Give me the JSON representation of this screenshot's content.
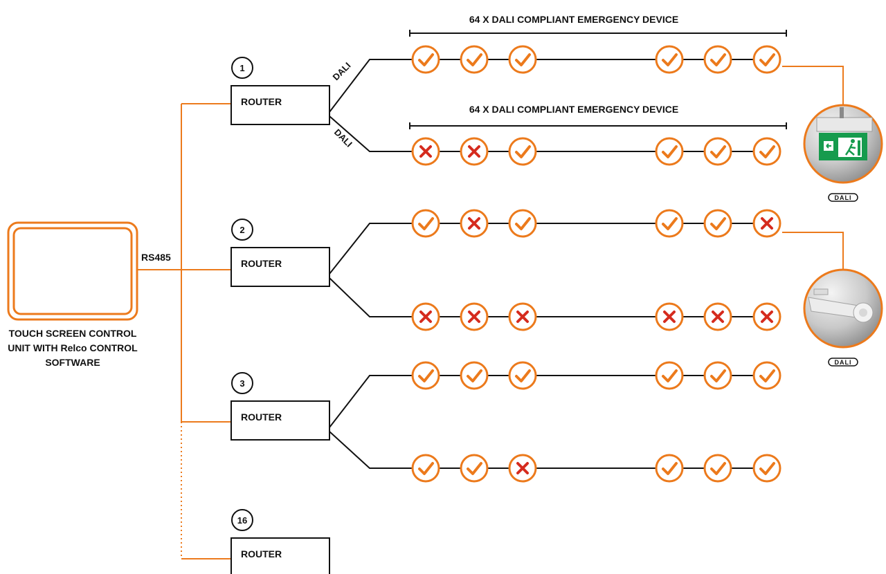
{
  "colors": {
    "accent": "#ec7a1c",
    "fail": "#d52b1e",
    "line": "#111111"
  },
  "control_unit": {
    "lines": [
      "TOUCH SCREEN CONTROL",
      "UNIT WITH Relco CONTROL",
      "SOFTWARE"
    ],
    "bus_label": "RS485"
  },
  "bus_labels": {
    "range_label": "64 X DALI COMPLIANT EMERGENCY DEVICE",
    "dali_label": "DALI"
  },
  "routers": [
    {
      "number": "1",
      "label": "ROUTER",
      "lines": [
        {
          "devices": [
            "ok",
            "ok",
            "ok",
            "ok",
            "ok",
            "ok"
          ]
        },
        {
          "devices": [
            "fail",
            "fail",
            "ok",
            "ok",
            "ok",
            "ok"
          ]
        }
      ]
    },
    {
      "number": "2",
      "label": "ROUTER",
      "lines": [
        {
          "devices": [
            "ok",
            "fail",
            "ok",
            "ok",
            "ok",
            "fail"
          ]
        },
        {
          "devices": [
            "fail",
            "fail",
            "fail",
            "fail",
            "fail",
            "fail"
          ]
        }
      ]
    },
    {
      "number": "3",
      "label": "ROUTER",
      "lines": [
        {
          "devices": [
            "ok",
            "ok",
            "ok",
            "ok",
            "ok",
            "ok"
          ]
        },
        {
          "devices": [
            "ok",
            "ok",
            "fail",
            "ok",
            "ok",
            "ok"
          ]
        }
      ]
    },
    {
      "number": "16",
      "label": "ROUTER",
      "lines": []
    }
  ],
  "fixtures": [
    {
      "icon": "exit-sign-fixture-icon",
      "logo_text": "DALI"
    },
    {
      "icon": "emergency-light-fixture-icon",
      "logo_text": "DALI"
    }
  ]
}
